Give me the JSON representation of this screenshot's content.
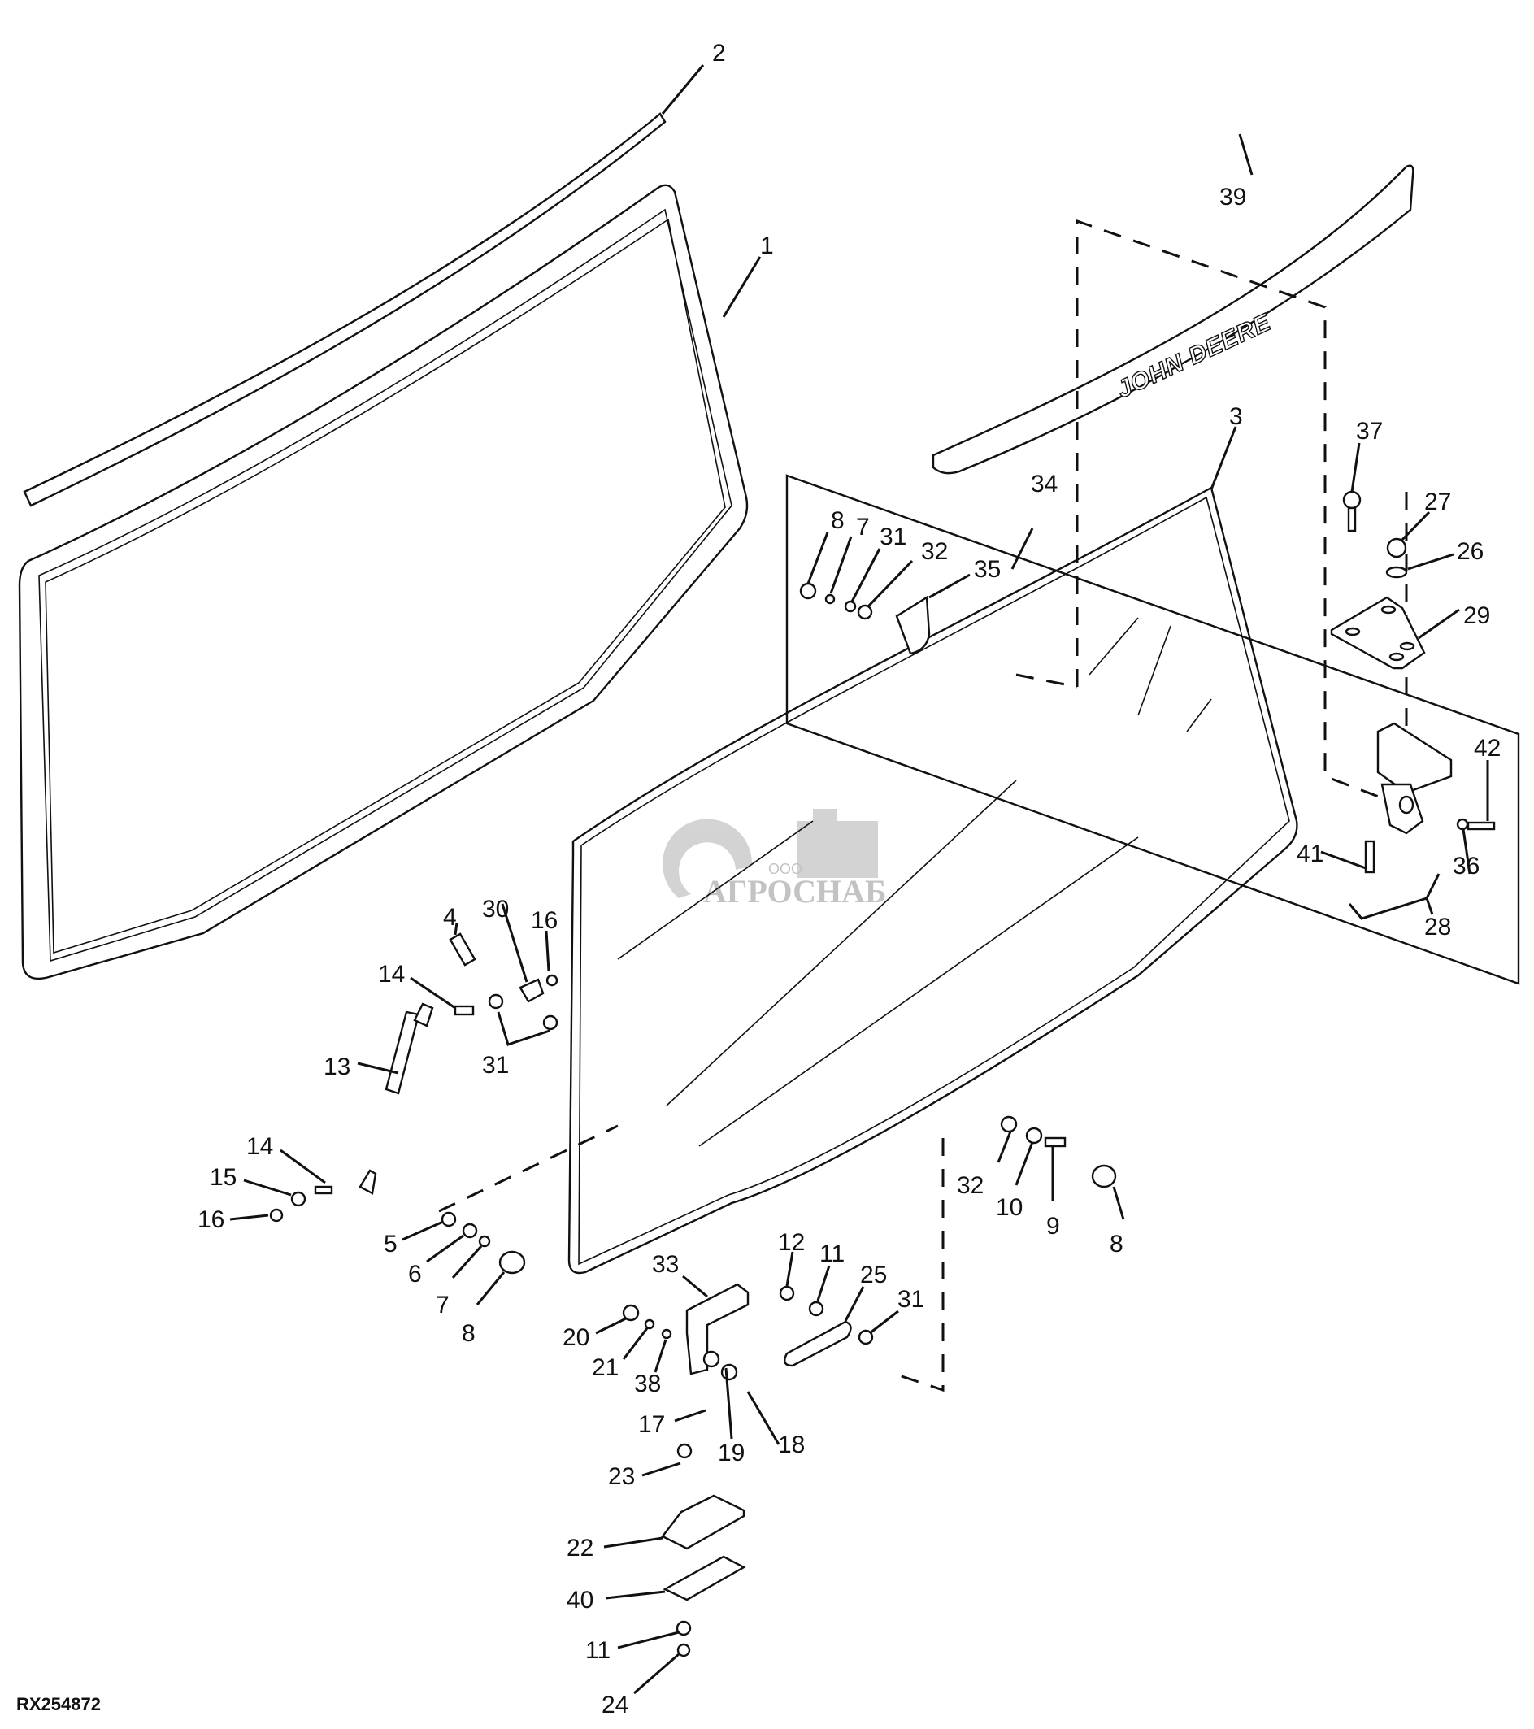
{
  "figure": {
    "id": "RX254872",
    "description": "Exploded parts diagram: rear window glass, seals, gas strut, hinges and latch hardware",
    "watermark": {
      "prefix": "ООО",
      "name": "АГРОСНАБ"
    },
    "decal_text": "JOHN DEERE"
  },
  "callouts": [
    {
      "label": "1",
      "part": "window-frame-seal"
    },
    {
      "label": "2",
      "part": "seal-strip"
    },
    {
      "label": "3",
      "part": "rear-window-glass"
    },
    {
      "label": "4",
      "part": "bolt"
    },
    {
      "label": "30",
      "part": "bracket"
    },
    {
      "label": "16",
      "part": "nut-upper"
    },
    {
      "label": "14",
      "part": "ball-stud-upper"
    },
    {
      "label": "31",
      "part": "washer-pair-left"
    },
    {
      "label": "13",
      "part": "gas-strut"
    },
    {
      "label": "14",
      "part": "ball-stud-lower"
    },
    {
      "label": "15",
      "part": "washer-lower"
    },
    {
      "label": "16",
      "part": "nut-lower"
    },
    {
      "label": "5",
      "part": "washer-5"
    },
    {
      "label": "6",
      "part": "washer-6"
    },
    {
      "label": "7",
      "part": "nut-7"
    },
    {
      "label": "8",
      "part": "cap-left"
    },
    {
      "label": "34",
      "part": "hardware-group-panel"
    },
    {
      "label": "8",
      "part": "cap-upper"
    },
    {
      "label": "7",
      "part": "nut-upper-7"
    },
    {
      "label": "31",
      "part": "washer-upper-31"
    },
    {
      "label": "32",
      "part": "washer-upper-32"
    },
    {
      "label": "35",
      "part": "latch-plate"
    },
    {
      "label": "39",
      "part": "decal-strip"
    },
    {
      "label": "37",
      "part": "screw"
    },
    {
      "label": "27",
      "part": "nut-27"
    },
    {
      "label": "26",
      "part": "washer-26"
    },
    {
      "label": "29",
      "part": "mount-plate"
    },
    {
      "label": "42",
      "part": "screw-42"
    },
    {
      "label": "41",
      "part": "screw-41"
    },
    {
      "label": "36",
      "part": "washer-36"
    },
    {
      "label": "28",
      "part": "hinge-assembly"
    },
    {
      "label": "32",
      "part": "washer-right-32"
    },
    {
      "label": "10",
      "part": "washer-10"
    },
    {
      "label": "9",
      "part": "screw-9"
    },
    {
      "label": "8",
      "part": "cap-right"
    },
    {
      "label": "12",
      "part": "nut-12"
    },
    {
      "label": "11",
      "part": "washer-11-upper"
    },
    {
      "label": "25",
      "part": "link-bar"
    },
    {
      "label": "31",
      "part": "washer-31-lower"
    },
    {
      "label": "33",
      "part": "handle-bracket"
    },
    {
      "label": "20",
      "part": "cap-20"
    },
    {
      "label": "21",
      "part": "nut-21"
    },
    {
      "label": "38",
      "part": "washer-38"
    },
    {
      "label": "17",
      "part": "pin-17"
    },
    {
      "label": "19",
      "part": "washer-19"
    },
    {
      "label": "18",
      "part": "washer-18"
    },
    {
      "label": "23",
      "part": "screw-23"
    },
    {
      "label": "22",
      "part": "latch-block"
    },
    {
      "label": "40",
      "part": "strike-plate"
    },
    {
      "label": "11",
      "part": "washer-11-lower"
    },
    {
      "label": "24",
      "part": "nut-24"
    }
  ]
}
